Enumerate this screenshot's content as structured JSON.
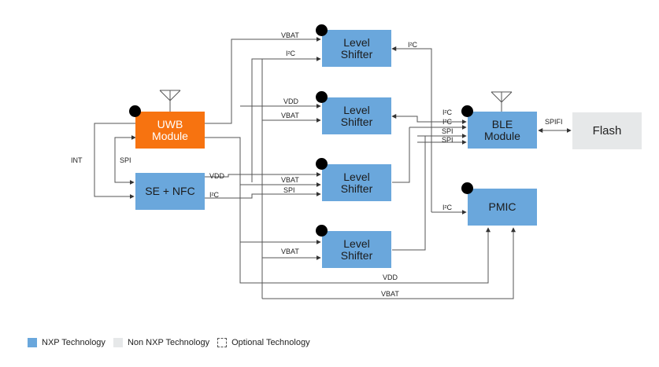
{
  "blocks": {
    "uwb": "UWB\nModule",
    "se_nfc": "SE + NFC",
    "ls1": "Level\nShifter",
    "ls2": "Level\nShifter",
    "ls3": "Level\nShifter",
    "ls4": "Level\nShifter",
    "ble": "BLE\nModule",
    "pmic": "PMIC",
    "flash": "Flash"
  },
  "signals": {
    "vbat_ls1": "VBAT",
    "i2c_ls1": "I²C",
    "i2c_ls1_right": "I²C",
    "vdd_ls2": "VDD",
    "vbat_ls2": "VBAT",
    "int": "INT",
    "spi_left": "SPI",
    "vdd_se": "VDD",
    "i2c_se": "I²C",
    "vbat_ls3": "VBAT",
    "spi_ls3": "SPI",
    "vbat_ls4": "VBAT",
    "i2c_ble_1": "I²C",
    "i2c_ble_2": "I²C",
    "spi_ble_1": "SPI",
    "spi_ble_2": "SPI",
    "spifi": "SPIFI",
    "i2c_pmic": "I²C",
    "vdd_bottom": "VDD",
    "vbat_bottom": "VBAT"
  },
  "legend": {
    "nxp": "NXP Technology",
    "non_nxp": "Non NXP Technology",
    "optional": "Optional Technology"
  },
  "colors": {
    "nxp": "#6aa7dc",
    "uwb": "#f77310",
    "non_nxp": "#e6e8e9"
  }
}
